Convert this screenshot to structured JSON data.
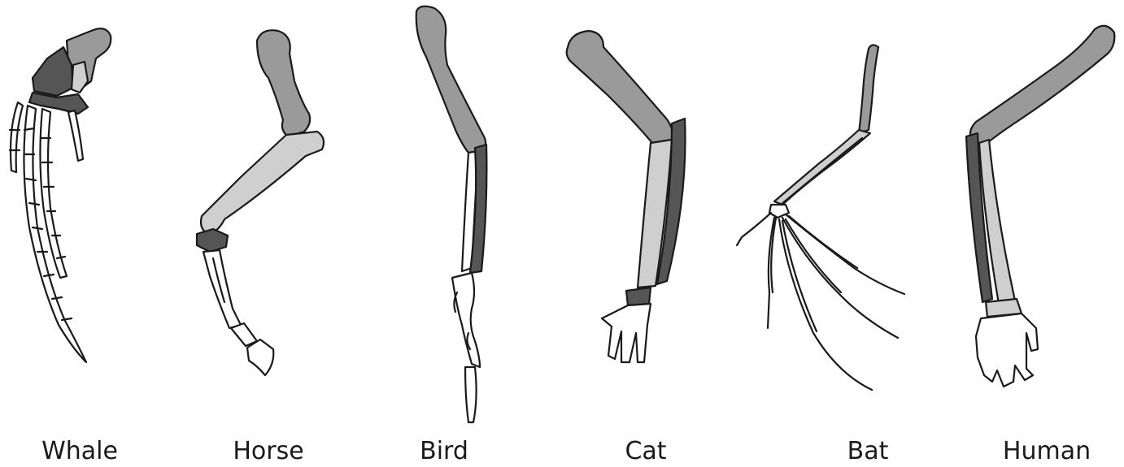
{
  "labels": {
    "whale": "Whale",
    "horse": "Horse",
    "bird": "Bird",
    "cat": "Cat",
    "bat": "Bat",
    "human": "Human"
  },
  "colors": {
    "humerus": "#9a9a9a",
    "radius": "#cfcfcf",
    "ulna": "#555555",
    "digits": "#ffffff",
    "outline": "#1a1a1a"
  }
}
